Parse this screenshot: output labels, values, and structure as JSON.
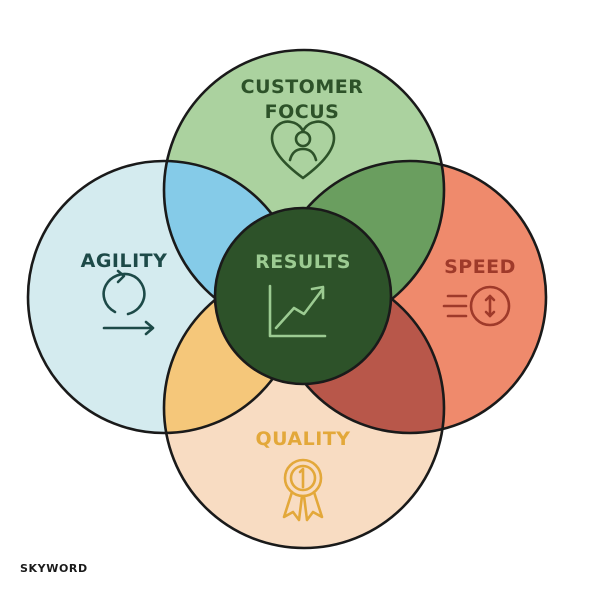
{
  "diagram": {
    "center": {
      "label": "RESULTS",
      "icon": "rising-chart-icon",
      "color": "#2d5229",
      "text_color": "#9ccb92"
    },
    "top": {
      "label_line1": "CUSTOMER",
      "label_line2": "FOCUS",
      "icon": "heart-person-icon",
      "color": "#abd29f",
      "text_color": "#2d5229"
    },
    "left": {
      "label": "AGILITY",
      "icon": "cycle-arrow-icon",
      "color": "#d4ebef",
      "text_color": "#1d4a48"
    },
    "right": {
      "label": "SPEED",
      "icon": "fast-clock-icon",
      "color": "#ef8a6c",
      "text_color": "#9f3a2a"
    },
    "bottom": {
      "label": "QUALITY",
      "icon": "award-ribbon-icon",
      "color": "#f8dcc2",
      "text_color": "#e3a83a"
    },
    "overlaps": {
      "top_left": "#85cbe8",
      "top_right": "#6a9e5f",
      "bottom_left": "#f5c77a",
      "bottom_right": "#b8574a"
    },
    "outline": "#1a1a1a"
  },
  "brand": {
    "logo_text": "SKYWORD"
  }
}
